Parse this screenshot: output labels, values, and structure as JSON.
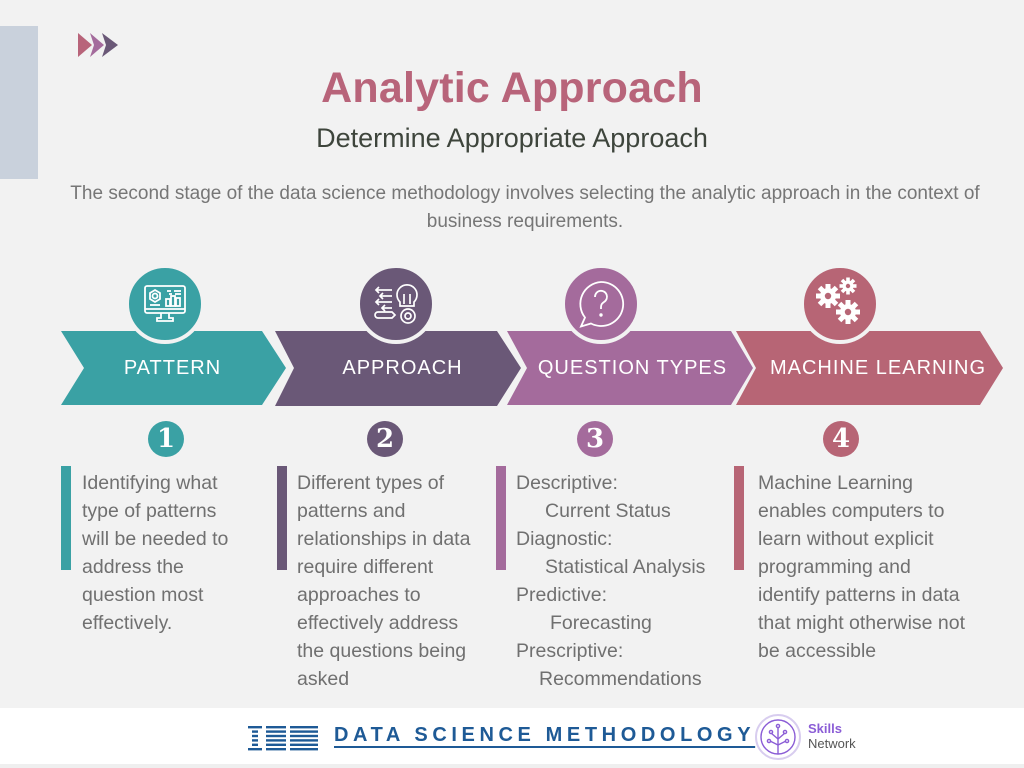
{
  "header": {
    "title": "Analytic Approach",
    "subtitle": "Determine Appropriate Approach",
    "intro": "The second stage of the data science methodology involves selecting the analytic approach in the context of business requirements."
  },
  "colors": {
    "title": "#b8647a",
    "teal": "#3aa1a4",
    "dark_purple": "#6a5877",
    "purple": "#a46b9c",
    "rose": "#b76575",
    "footer_blue": "#1e5a96"
  },
  "steps": [
    {
      "number": "1",
      "label": "PATTERN",
      "icon": "monitor-dashboard-icon",
      "color": "#3aa1a4",
      "description": [
        "Identifying what",
        "type of patterns",
        "will be needed to",
        "address the",
        "question most",
        "effectively."
      ]
    },
    {
      "number": "2",
      "label": "APPROACH",
      "icon": "lightbulb-gear-wrench-icon",
      "color": "#6a5877",
      "description": [
        "Different types of",
        "patterns and",
        "relationships in data",
        "require different",
        "approaches to",
        "effectively address",
        "the questions being",
        "asked"
      ]
    },
    {
      "number": "3",
      "label": "QUESTION TYPES",
      "icon": "question-bubble-icon",
      "color": "#a46b9c",
      "question_types": [
        {
          "type": "Descriptive:",
          "meaning": "Current Status"
        },
        {
          "type": "Diagnostic:",
          "meaning": "Statistical Analysis"
        },
        {
          "type": "Predictive:",
          "meaning": "Forecasting"
        },
        {
          "type": "Prescriptive:",
          "meaning": "Recommendations"
        }
      ]
    },
    {
      "number": "4",
      "label": "MACHINE LEARNING",
      "icon": "gears-icon",
      "color": "#b76575",
      "description": [
        "Machine Learning",
        "enables computers to",
        "learn without explicit",
        "programming and",
        "identify patterns in data",
        "that might otherwise not",
        "be accessible"
      ]
    }
  ],
  "footer": {
    "brand": "IBM",
    "title": "DATA SCIENCE METHODOLOGY",
    "partner_line1": "Skills",
    "partner_line2": "Network"
  }
}
